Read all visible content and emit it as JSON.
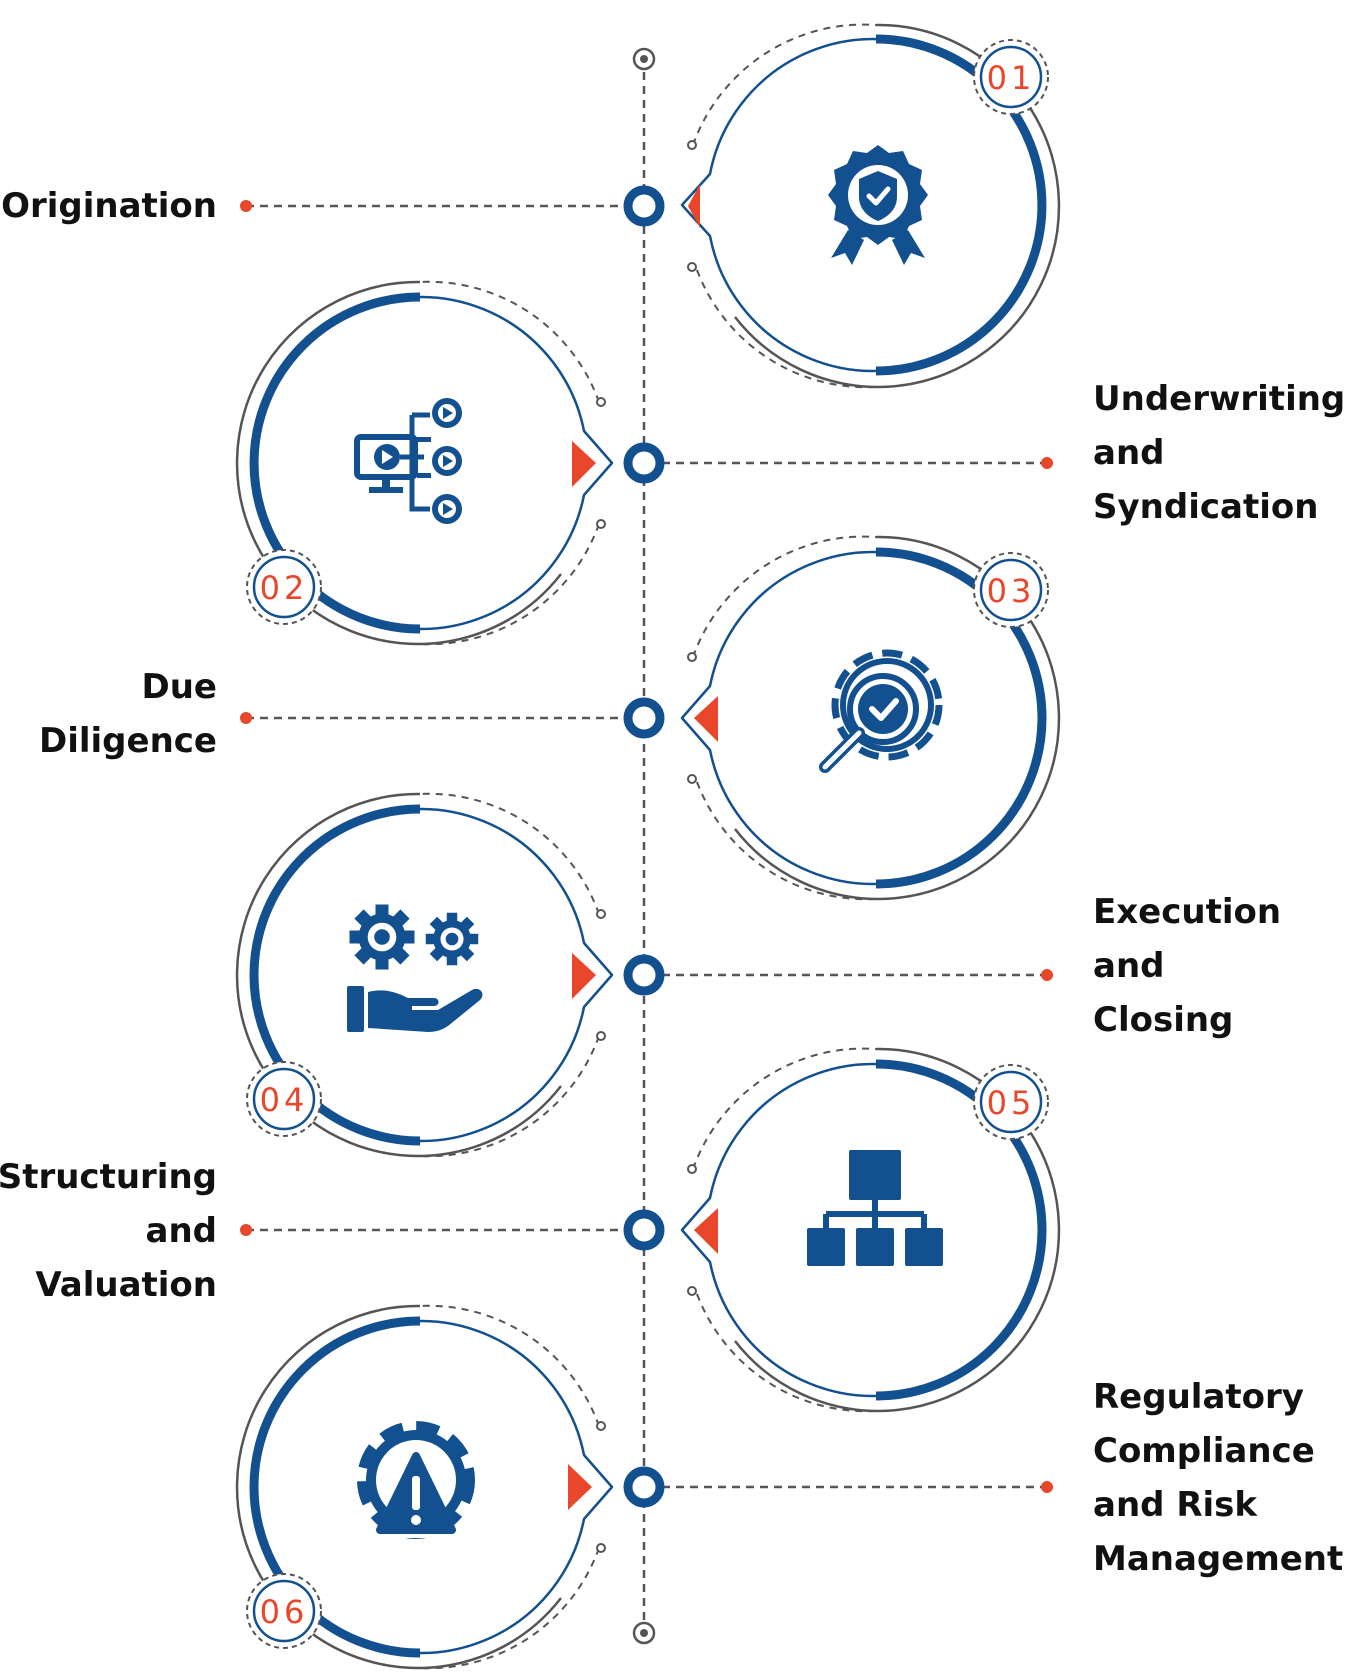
{
  "colors": {
    "primary": "#13508f",
    "accent": "#e8472b",
    "gray": "#555555",
    "text": "#111111"
  },
  "steps": [
    {
      "number": "01",
      "label_lines": [
        "Origination"
      ],
      "side": "left",
      "icon": "certificate-badge-icon"
    },
    {
      "number": "02",
      "label_lines": [
        "Underwriting",
        "and",
        "Syndication"
      ],
      "side": "right",
      "icon": "monitor-workflow-icon"
    },
    {
      "number": "03",
      "label_lines": [
        "Due",
        "Diligence"
      ],
      "side": "left",
      "icon": "gear-magnifier-check-icon"
    },
    {
      "number": "04",
      "label_lines": [
        "Execution",
        "and",
        "Closing"
      ],
      "side": "right",
      "icon": "gears-hand-icon"
    },
    {
      "number": "05",
      "label_lines": [
        "Structuring",
        "and",
        "Valuation"
      ],
      "side": "left",
      "icon": "hierarchy-chart-icon"
    },
    {
      "number": "06",
      "label_lines": [
        "Regulatory",
        "Compliance",
        "and Risk",
        "Management"
      ],
      "side": "right",
      "icon": "gear-warning-icon"
    }
  ]
}
